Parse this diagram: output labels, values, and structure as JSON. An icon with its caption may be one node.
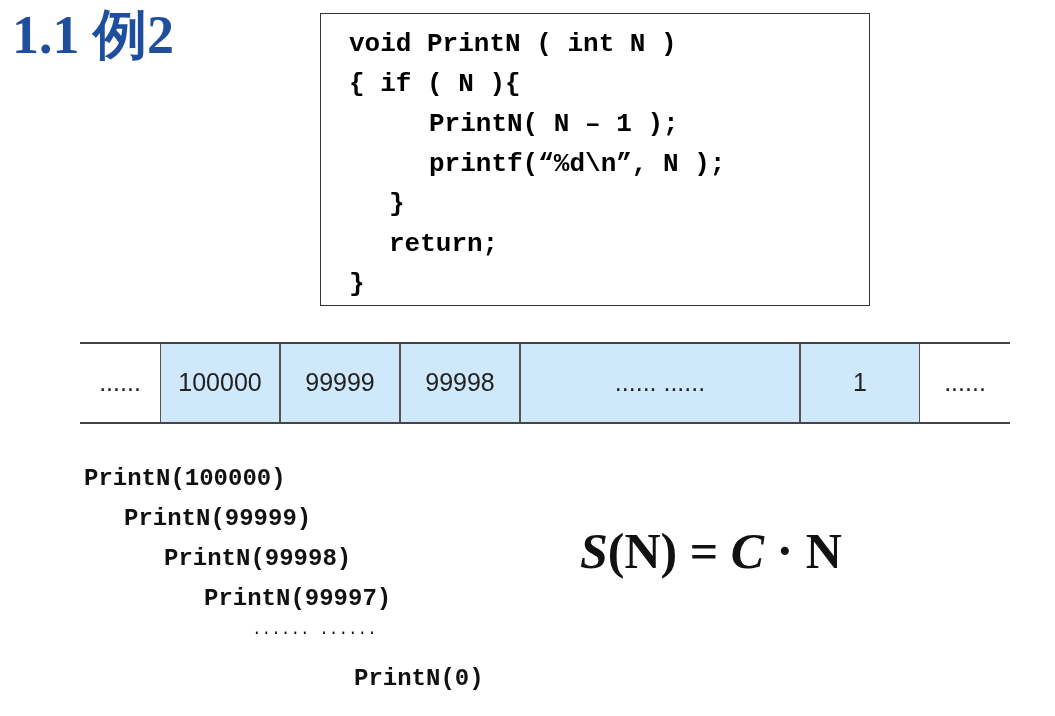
{
  "diagram": {
    "title": "1.1 例2",
    "nodes": [
      {
        "text": [
          "void PrintN ( int N )",
          "{ if ( N ){",
          "PrintN( N – 1 );",
          "printf(“%d\\n”, N );",
          "}",
          "return;",
          "}"
        ]
      },
      {
        "text": [
          "......"
        ]
      },
      {
        "text": [
          "100000"
        ]
      },
      {
        "text": [
          "99999"
        ]
      },
      {
        "text": [
          "99998"
        ]
      },
      {
        "text": [
          "...... ......"
        ]
      },
      {
        "text": [
          "1"
        ]
      },
      {
        "text": [
          "......"
        ]
      }
    ],
    "edges": [],
    "labels": [
      "PrintN(100000)",
      "PrintN(99999)",
      "PrintN(99998)",
      "PrintN(99997)",
      "...... ......",
      "PrintN(0)",
      "*S*(N) = *C* · N"
    ]
  }
}
